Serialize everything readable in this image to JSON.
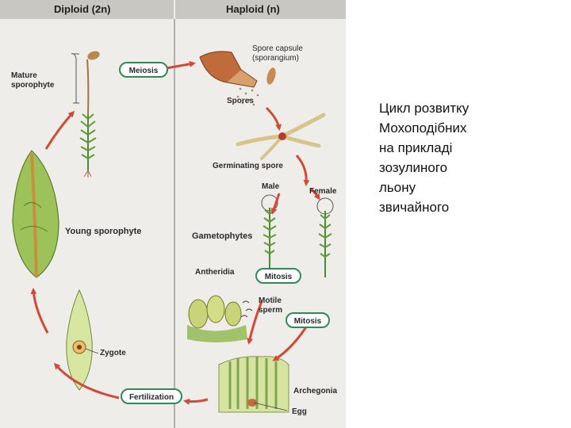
{
  "headers": {
    "diploid": "Diploid (2n)",
    "haploid": "Haploid (n)"
  },
  "labels": {
    "mature_sporophyte": [
      "Mature",
      "sporophyte"
    ],
    "spore_capsule": [
      "Spore capsule",
      "(sporangium)"
    ],
    "spores": "Spores",
    "germinating_spore": "Germinating spore",
    "male": "Male",
    "female": "Female",
    "young_sporophyte": "Young sporophyte",
    "gametophytes": "Gametophytes",
    "antheridia": "Antheridia",
    "motile_sperm": [
      "Motile",
      "sperm"
    ],
    "zygote": "Zygote",
    "archegonia": "Archegonia",
    "egg": "Egg"
  },
  "stages": {
    "meiosis": "Meiosis",
    "mitosis_1": "Mitosis",
    "mitosis_2": "Mitosis",
    "fertilization": "Fertilization"
  },
  "caption": [
    "Цикл розвитку",
    "Мохоподібних",
    "на прикладі",
    "зозулиного",
    "льону",
    "звичайного"
  ],
  "colors": {
    "arrow": "#d24a36",
    "pill_border": "#2f8b56",
    "plant_green": "#5f9a38",
    "header_bg": "#c9c7c2",
    "figure_bg": "#eeedea",
    "stalk_brown": "#a5713f"
  }
}
